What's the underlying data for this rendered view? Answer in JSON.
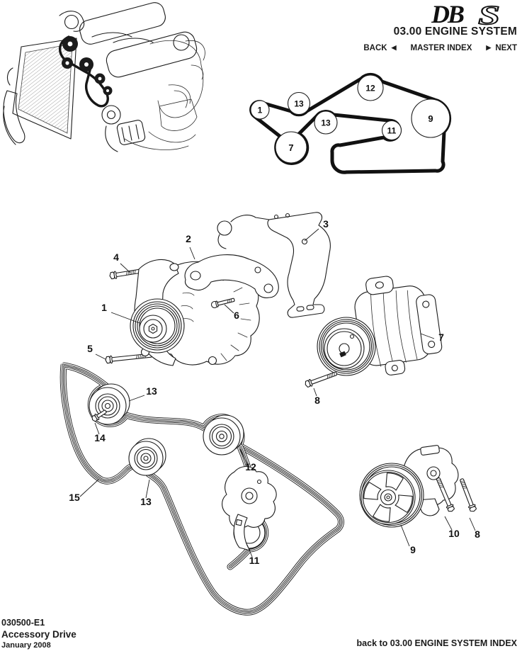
{
  "colors": {
    "ink": "#1b1b1b",
    "paper": "#ffffff"
  },
  "header": {
    "logo": {
      "db": "DB",
      "s": "S"
    },
    "title": "03.00 ENGINE SYSTEM",
    "nav": {
      "back": "BACK",
      "back_arrow": "◀",
      "master_index": "MASTER INDEX",
      "next_arrow": "▶",
      "next": "NEXT"
    }
  },
  "schematic": {
    "pulleys": [
      {
        "part": "alternator",
        "label": "1"
      },
      {
        "part": "idler-upper",
        "label": "13"
      },
      {
        "part": "idler-right",
        "label": "12"
      },
      {
        "part": "power-steering-pump",
        "label": "9"
      },
      {
        "part": "ac-compressor",
        "label": "7"
      },
      {
        "part": "idler-mid",
        "label": "13"
      },
      {
        "part": "tensioner",
        "label": "11"
      }
    ]
  },
  "exploded": {
    "callouts": [
      {
        "part": "alternator-pulley",
        "label": "1"
      },
      {
        "part": "alternator-bracket",
        "label": "2"
      },
      {
        "part": "support-bracket",
        "label": "3"
      },
      {
        "part": "upper-mount-bolt",
        "label": "4"
      },
      {
        "part": "lower-mount-bolt",
        "label": "5"
      },
      {
        "part": "stud",
        "label": "6"
      },
      {
        "part": "ac-compressor",
        "label": "7"
      },
      {
        "part": "compressor-bolt",
        "label": "8"
      },
      {
        "part": "idler-pulley-upper",
        "label": "13"
      },
      {
        "part": "idler-bolt",
        "label": "14"
      },
      {
        "part": "drive-belt",
        "label": "15"
      },
      {
        "part": "idler-pulley-lower",
        "label": "13"
      },
      {
        "part": "idler-pulley-right",
        "label": "12"
      },
      {
        "part": "belt-tensioner",
        "label": "11"
      },
      {
        "part": "power-steering-pump",
        "label": "9"
      },
      {
        "part": "pump-bolt-front",
        "label": "10"
      },
      {
        "part": "pump-bolt-rear",
        "label": "8"
      }
    ]
  },
  "footer": {
    "doc_number": "030500-E1",
    "doc_title": "Accessory Drive",
    "doc_date": "January 2008",
    "back_link": "back to 03.00 ENGINE SYSTEM INDEX"
  }
}
